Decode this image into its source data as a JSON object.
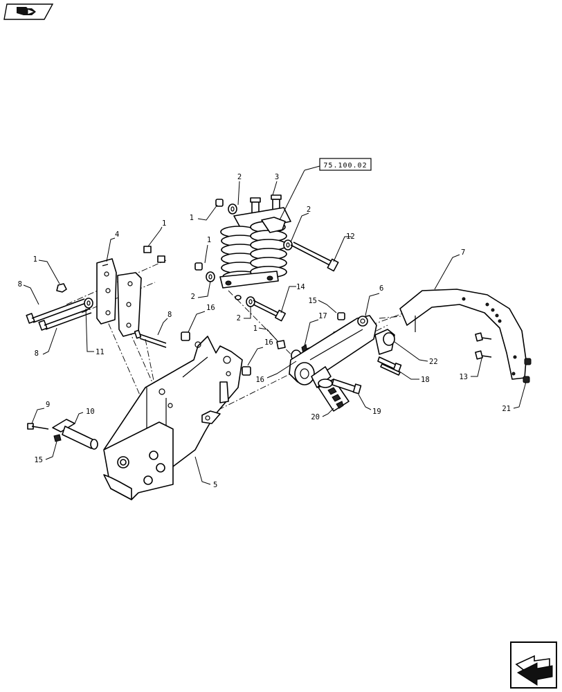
{
  "reference_box": {
    "label": "75.100.02"
  },
  "callouts": {
    "c1a": "1",
    "c1b": "1",
    "c1c": "1",
    "c1d": "1",
    "c1e": "1",
    "c2a": "2",
    "c2b": "2",
    "c2c": "2",
    "c2d": "2",
    "c3": "3",
    "c4": "4",
    "c5": "5",
    "c6": "6",
    "c7": "7",
    "c8a": "8",
    "c8b": "8",
    "c8c": "8",
    "c9": "9",
    "c10": "10",
    "c11": "11",
    "c12": "12",
    "c13": "13",
    "c14": "14",
    "c15a": "15",
    "c15b": "15",
    "c16a": "16",
    "c16b": "16",
    "c16c": "16",
    "c17": "17",
    "c18": "18",
    "c19": "19",
    "c20": "20",
    "c21": "21",
    "c22": "22"
  },
  "icons": {
    "top_left": "forward-page-arrow-icon",
    "bottom_right": "next-page-arrow-icon"
  }
}
